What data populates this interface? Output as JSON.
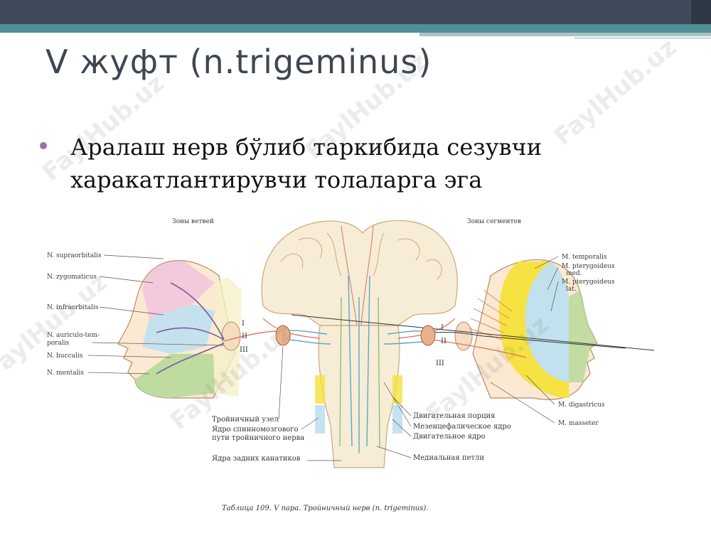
{
  "slide": {
    "title": "V жуфт (n.trigeminus)",
    "bullet_line1": "Аралаш нерв бўлиб таркибида сезувчи",
    "bullet_line2": "харакатлантирувчи толаларга эга"
  },
  "figure": {
    "zone_left": "Зоны ветвей",
    "zone_right": "Зоны сегментов",
    "left_labels": {
      "supraorbitalis": "N. supraorbitalis",
      "zygomaticus": "N. zygomaticus",
      "infraorbitalis": "N. infraorbitalis",
      "auriculotemporalis_1": "N. auriculo-tem-",
      "auriculotemporalis_2": "poralis",
      "buccalis": "N. buccalis",
      "mentalis": "N. mentalis"
    },
    "right_labels": {
      "temporalis": "M. temporalis",
      "pterygoideus_med_1": "M. pterygoideus",
      "pterygoideus_med_2": "med.",
      "pterygoideus_lat_1": "M. pterygoideus",
      "pterygoideus_lat_2": "lat.",
      "digastricus": "M. digastricus",
      "masseter": "M. masseter"
    },
    "center_left_labels": {
      "ganglion": "Тройничный узел",
      "spinal_nucleus_1": "Ядро спинномозгового",
      "spinal_nucleus_2": "пути тройничного нерва",
      "posterior_nuclei": "Ядра задних канатиков"
    },
    "center_right_labels": {
      "motor_portion": "Двигательная порция",
      "mesencephalic_nucleus": "Мезенцефалическое ядро",
      "motor_nucleus": "Двигательное ядро",
      "medial_lemniscus": "Медиальная петли"
    },
    "branch_numerals": {
      "one": "I",
      "two": "II",
      "three": "III"
    },
    "caption": "Таблица 109. V пара. Тройничный нерв (n. trigeminus)."
  },
  "watermark": "FaylHub.uz",
  "colors": {
    "topbar": "#3f4a5b",
    "accent_teal": "#4f8f95",
    "bullet": "#9a6fb0",
    "zone_pink": "#f2c6dc",
    "zone_blue": "#bfe0ef",
    "zone_green": "#b7d99a",
    "zone_yellow": "#f5e23a",
    "nerve_red": "#d8735a",
    "nerve_blue": "#5aa7c9"
  }
}
